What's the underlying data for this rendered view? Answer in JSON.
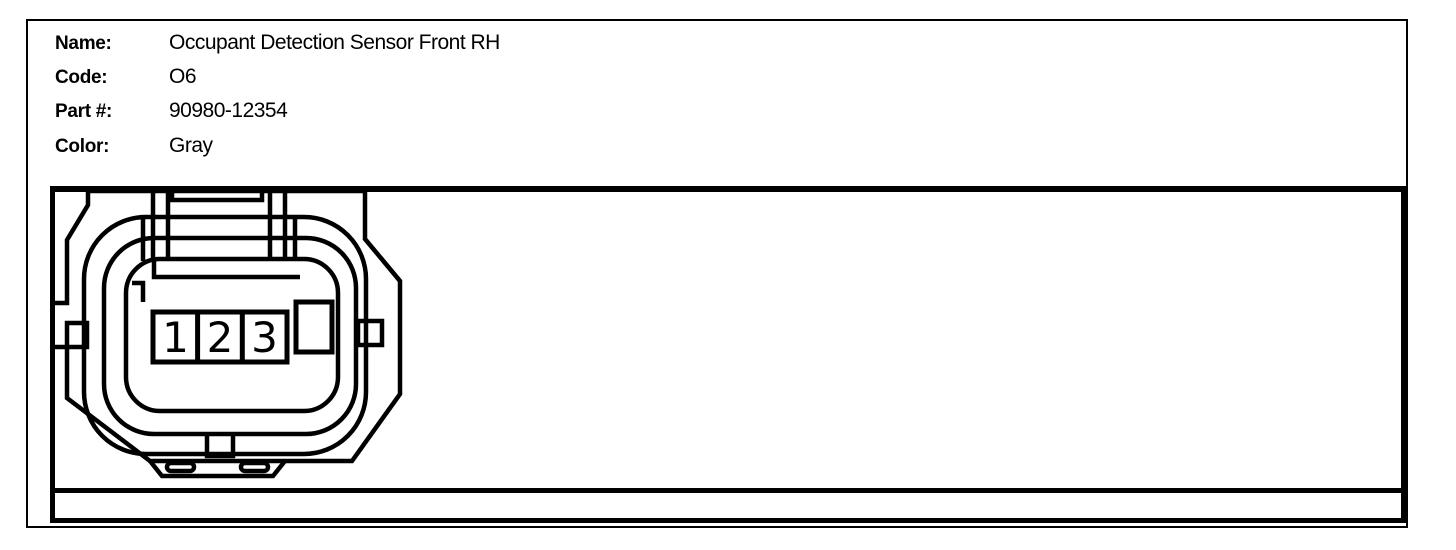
{
  "page": {
    "background": "#ffffff",
    "line_color": "#000000"
  },
  "header": {
    "fields": [
      {
        "label": "Name:",
        "value": "Occupant Detection Sensor Front RH"
      },
      {
        "label": "Code:",
        "value": "O6"
      },
      {
        "label": "Part #:",
        "value": "90980-12354"
      },
      {
        "label": "Color:",
        "value": "Gray"
      }
    ]
  },
  "connector": {
    "pins": [
      "1",
      "2",
      "3"
    ]
  }
}
